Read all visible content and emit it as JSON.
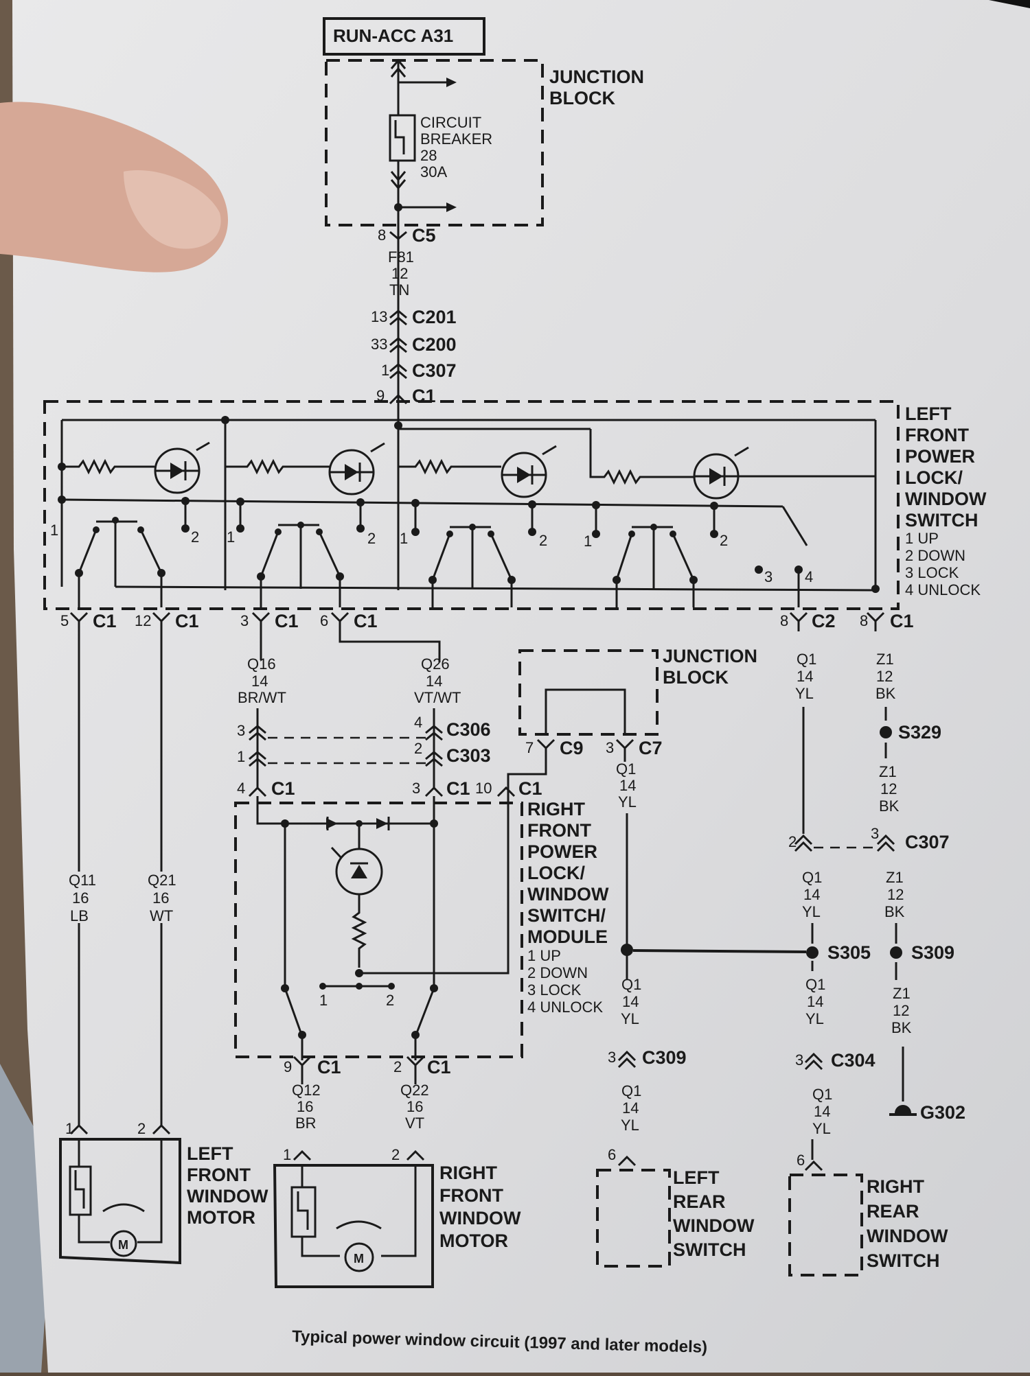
{
  "title_box": "RUN-ACC A31",
  "junction_block_top": [
    "JUNCTION",
    "BLOCK"
  ],
  "circuit_breaker": [
    "CIRCUIT",
    "BREAKER",
    "28",
    "30A"
  ],
  "feed": {
    "c5": {
      "pin": "8",
      "name": "C5"
    },
    "wire": [
      "F81",
      "12",
      "TN"
    ],
    "c201": {
      "pin": "13",
      "name": "C201"
    },
    "c200": {
      "pin": "33",
      "name": "C200"
    },
    "c307": {
      "pin": "1",
      "name": "C307"
    },
    "c1": {
      "pin": "9",
      "name": "C1"
    }
  },
  "left_switch_title": [
    "LEFT",
    "FRONT",
    "POWER",
    "LOCK/",
    "WINDOW",
    "SWITCH"
  ],
  "left_switch_legend": [
    "1 UP",
    "2 DOWN",
    "3 LOCK",
    "4 UNLOCK"
  ],
  "switch_pos": {
    "one": "1",
    "two": "2",
    "three": "3",
    "four": "4"
  },
  "switch_connectors": [
    {
      "pin": "5",
      "name": "C1"
    },
    {
      "pin": "12",
      "name": "C1"
    },
    {
      "pin": "3",
      "name": "C1"
    },
    {
      "pin": "6",
      "name": "C1"
    },
    {
      "pin": "8",
      "name": "C2"
    },
    {
      "pin": "8",
      "name": "C1"
    }
  ],
  "wires": {
    "q16": [
      "Q16",
      "14",
      "BR/WT"
    ],
    "q26": [
      "Q26",
      "14",
      "VT/WT"
    ],
    "q11": [
      "Q11",
      "16",
      "LB"
    ],
    "q21": [
      "Q21",
      "16",
      "WT"
    ],
    "q1_top": [
      "Q1",
      "14",
      "YL"
    ],
    "z1_top": [
      "Z1",
      "12",
      "BK"
    ],
    "q1_c7": [
      "Q1",
      "14",
      "YL"
    ],
    "z1_mid": [
      "Z1",
      "12",
      "BK"
    ],
    "q1_mid": [
      "Q1",
      "14",
      "YL"
    ],
    "z1_low": [
      "Z1",
      "12",
      "BK"
    ],
    "z1_bot": [
      "Z1",
      "12",
      "BK"
    ],
    "q1_lower_left": [
      "Q1",
      "14",
      "YL"
    ],
    "q1_lower_right": [
      "Q1",
      "14",
      "YL"
    ],
    "q1_bottom_left": [
      "Q1",
      "14",
      "YL"
    ],
    "q1_bottom_right": [
      "Q1",
      "14",
      "YL"
    ],
    "q12": [
      "Q12",
      "16",
      "BR"
    ],
    "q22": [
      "Q22",
      "16",
      "VT"
    ]
  },
  "connectors_mid": {
    "c306": {
      "pin": "4",
      "name": "C306",
      "left_pin": "3"
    },
    "c303": {
      "pin": "2",
      "name": "C303",
      "left_pin": "1"
    },
    "rf_c1_left": {
      "pin": "4",
      "name": "C1"
    },
    "rf_c1_mid": {
      "pin": "3",
      "name": "C1"
    },
    "rf_c1_right": {
      "pin": "10",
      "name": "C1"
    },
    "c9": {
      "pin": "7",
      "name": "C9"
    },
    "c7": {
      "pin": "3",
      "name": "C7"
    },
    "c307b_left": {
      "pin": "2"
    },
    "c307b": {
      "pin": "3",
      "name": "C307"
    },
    "c309": {
      "pin": "3",
      "name": "C309"
    },
    "c304": {
      "pin": "3",
      "name": "C304"
    },
    "rf_out_left": {
      "pin": "9",
      "name": "C1"
    },
    "rf_out_right": {
      "pin": "2",
      "name": "C1"
    }
  },
  "junction_block_mid": [
    "JUNCTION",
    "BLOCK"
  ],
  "splices": {
    "s329": "S329",
    "s305": "S305",
    "s309": "S309",
    "g302": "G302"
  },
  "right_switch_title": [
    "RIGHT",
    "FRONT",
    "POWER",
    "LOCK/",
    "WINDOW",
    "SWITCH/",
    "MODULE"
  ],
  "right_switch_legend": [
    "1 UP",
    "2 DOWN",
    "3 LOCK",
    "4 UNLOCK"
  ],
  "motors": {
    "left": {
      "title": [
        "LEFT",
        "FRONT",
        "WINDOW",
        "MOTOR"
      ],
      "pins": [
        "1",
        "2"
      ],
      "m": "M"
    },
    "right": {
      "title": [
        "RIGHT",
        "FRONT",
        "WINDOW",
        "MOTOR"
      ],
      "pins": [
        "1",
        "2"
      ],
      "m": "M"
    }
  },
  "rear_switches": {
    "left": {
      "pin": "6",
      "title": [
        "LEFT",
        "REAR",
        "WINDOW",
        "SWITCH"
      ]
    },
    "right": {
      "pin": "6",
      "title": [
        "RIGHT",
        "REAR",
        "WINDOW",
        "SWITCH"
      ]
    }
  },
  "caption": "Typical power window circuit (1997 and later models)"
}
